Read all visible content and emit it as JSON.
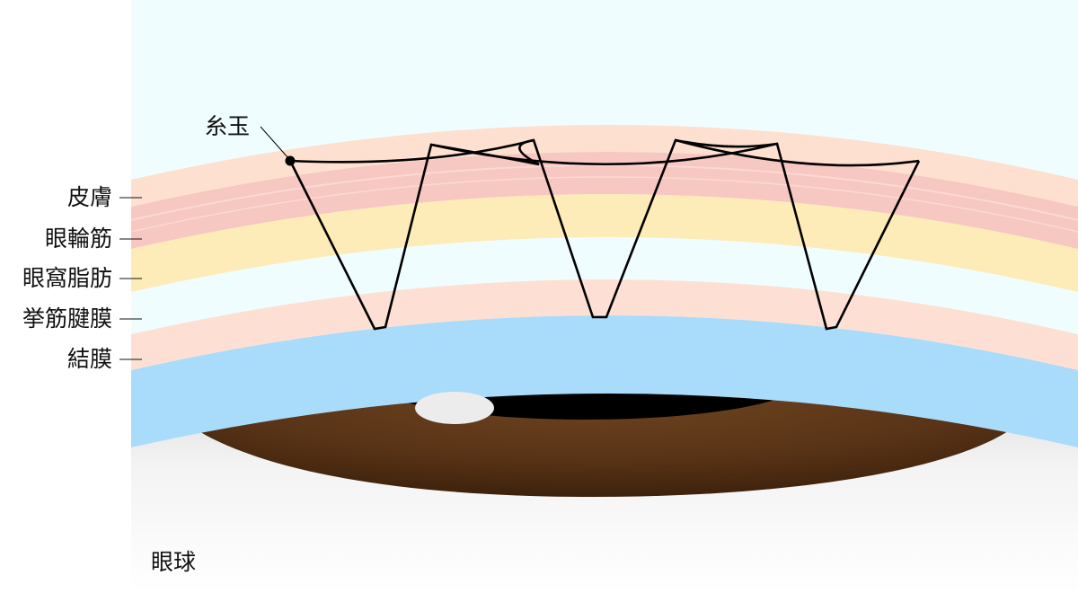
{
  "labels": {
    "knot": "糸玉",
    "skin": "皮膚",
    "orbicularis": "眼輪筋",
    "orbital_fat": "眼窩脂肪",
    "levator": "挙筋腱膜",
    "conjunctiva": "結膜",
    "eyeball": "眼球"
  },
  "colors": {
    "background_panel": "#f0fdff",
    "skin": "#fde0cf",
    "orbicularis": "#f7c7c2",
    "orbital_fat": "#fdebb8",
    "levator_gap": "#f0fdff",
    "levator": "#fde0d3",
    "conjunctiva": "#a9dbfb",
    "eyeball": "#f2f2f2",
    "iris": "#5a3417",
    "pupil": "#000000",
    "highlight": "#ececec",
    "suture": "#000000"
  }
}
